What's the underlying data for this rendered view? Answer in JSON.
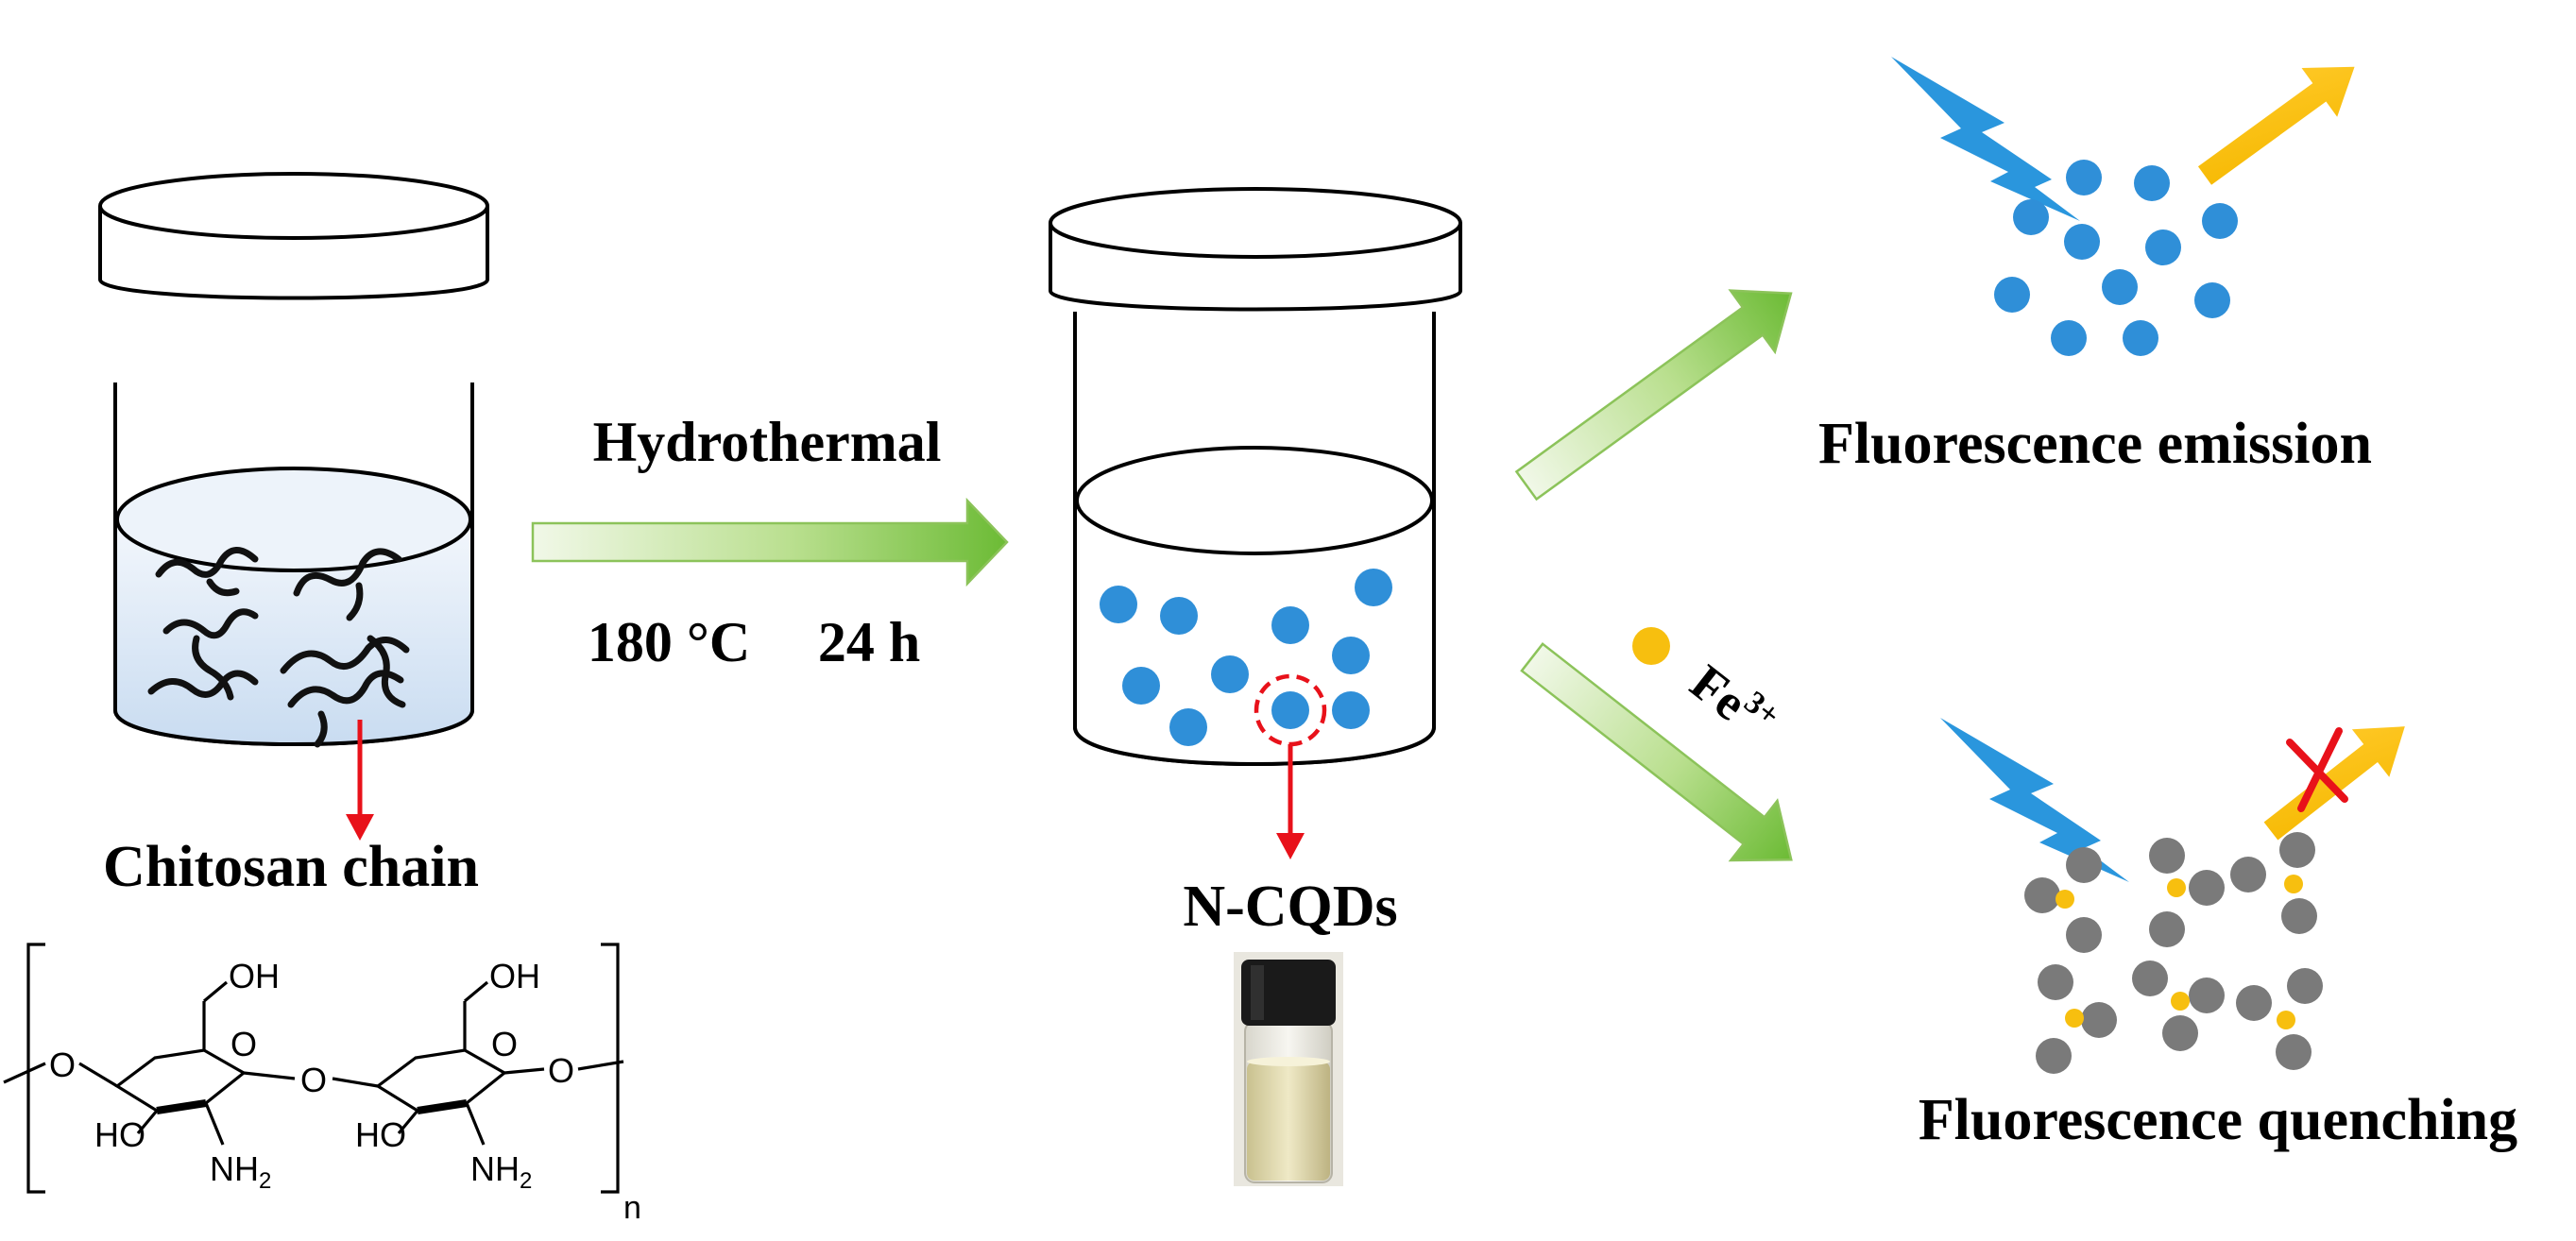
{
  "labels": {
    "process_name": "Hydrothermal",
    "process_temp": "180 °C",
    "process_time": "24 h",
    "precursor": "Chitosan chain",
    "product": "N-CQDs",
    "emission": "Fluorescence emission",
    "quenching": "Fluorescence quenching",
    "ion_base": "Fe",
    "ion_charge": "3+"
  },
  "chem": {
    "oh_left": "OH",
    "oh_right": "OH",
    "ho_left": "HO",
    "ho_right": "HO",
    "nh2_left": "NH",
    "nh2_right": "NH",
    "sub2": "2",
    "o_ring_left": "O",
    "o_ring_right": "O",
    "o_end_left": "O",
    "o_bridge": "O",
    "o_end_right": "O",
    "repeat": "n"
  },
  "colors": {
    "dot_blue": "#2f8fd8",
    "bolt_blue": "#2a96dd",
    "gold": "#f7bf0f",
    "gray": "#7a7a7a",
    "red": "#e8111a",
    "arrow_green": "#7dc242",
    "liquid": "#dbe8f6"
  },
  "icons": {
    "excitation": "lightning-bolt-icon",
    "emission": "emission-arrow-icon",
    "blocked": "red-cross-icon"
  }
}
